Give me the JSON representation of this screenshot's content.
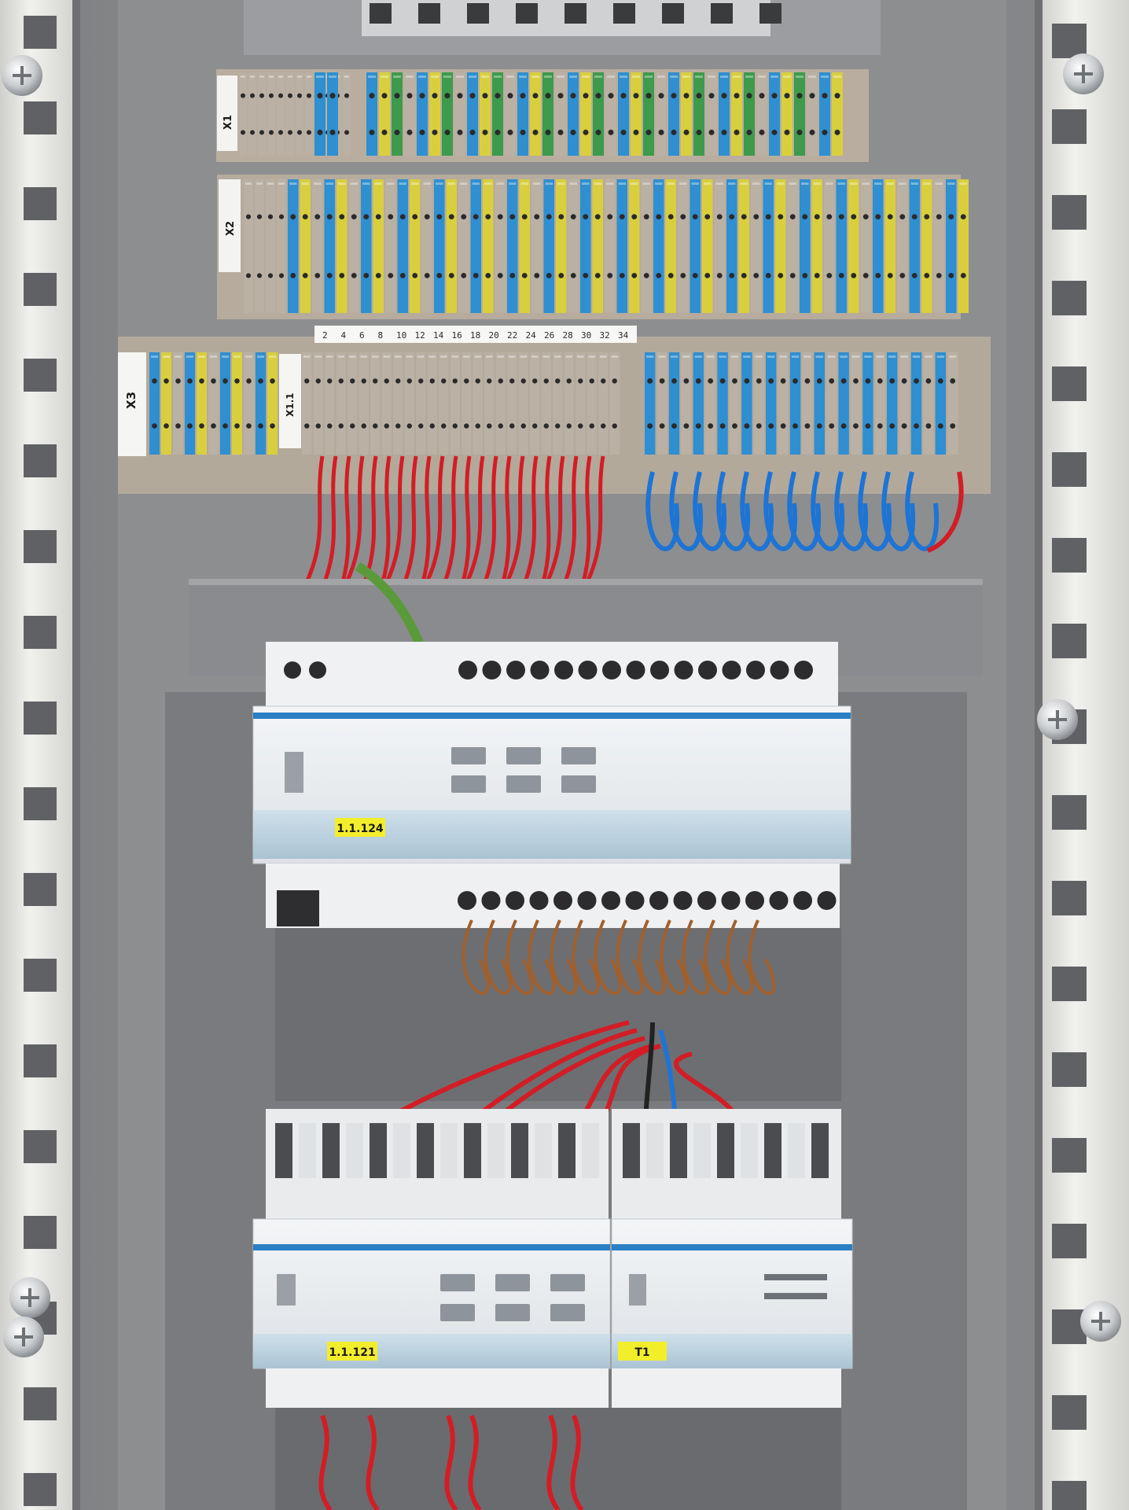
{
  "labels": {
    "actuator_1": "1.1.124",
    "actuator_2": "1.1.121",
    "module_3": "T1"
  },
  "markers": {
    "strip_1": "X1",
    "strip_2": "X2",
    "strip_3": "X3",
    "block_4": "X1.1"
  },
  "terminal_numbers": [
    "2",
    "4",
    "6",
    "8",
    "10",
    "12",
    "14",
    "16",
    "18",
    "20",
    "22",
    "24",
    "26",
    "28",
    "30",
    "32",
    "34"
  ],
  "colors": {
    "cabinet": "#8f9092",
    "rail": "#e9e9e6",
    "terminal_beige": "#bab0a4",
    "terminal_blue": "#2f8fd0",
    "terminal_yellow": "#d9cf3e",
    "terminal_green": "#3e9a4c",
    "wire_red": "#d21d26",
    "wire_blue": "#1e74d4",
    "wire_brown": "#a0602e",
    "wire_green": "#5a9a3a",
    "module_white": "#eef0f2",
    "module_blue_stripe": "#2b7fc5",
    "label_yellow": "#f3ee2b"
  }
}
